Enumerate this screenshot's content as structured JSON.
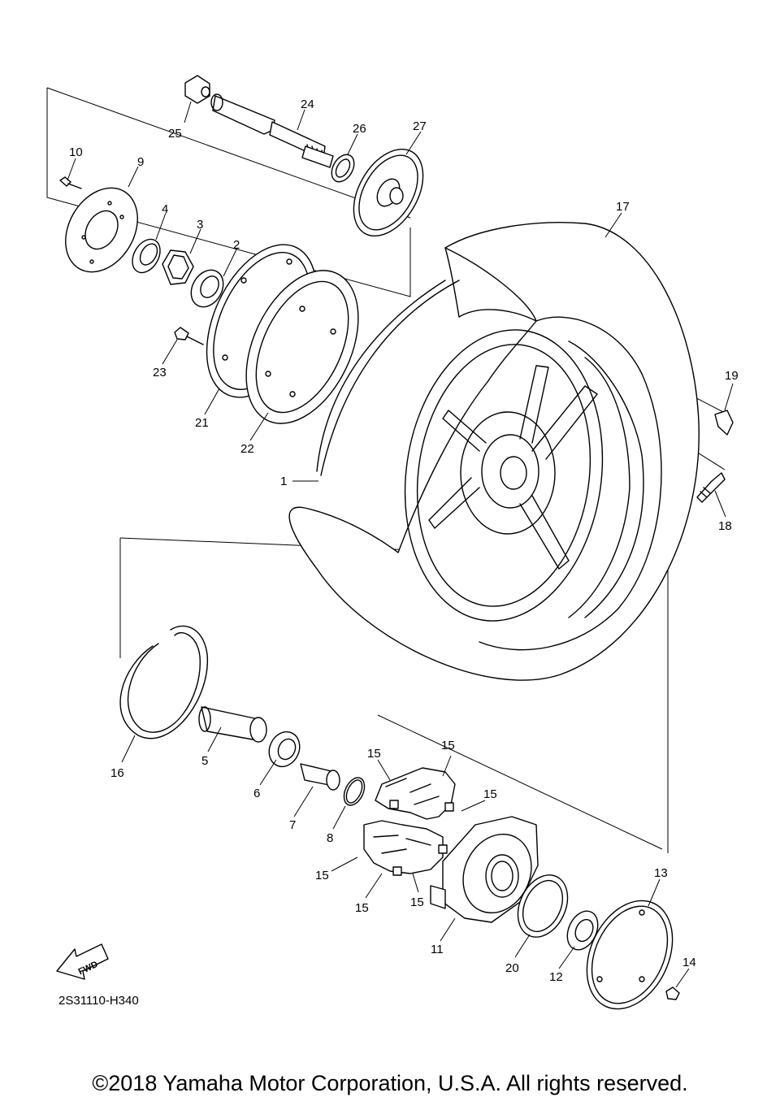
{
  "diagram": {
    "reference_code": "2S31110-H340",
    "fwd_label": "FWD",
    "copyright": "©2018 Yamaha Motor Corporation, U.S.A. All rights reserved.",
    "callouts": [
      "1",
      "2",
      "3",
      "4",
      "5",
      "6",
      "7",
      "8",
      "9",
      "10",
      "11",
      "12",
      "13",
      "14",
      "15",
      "16",
      "17",
      "18",
      "19",
      "20",
      "21",
      "22",
      "23",
      "24",
      "25",
      "26",
      "27"
    ]
  }
}
